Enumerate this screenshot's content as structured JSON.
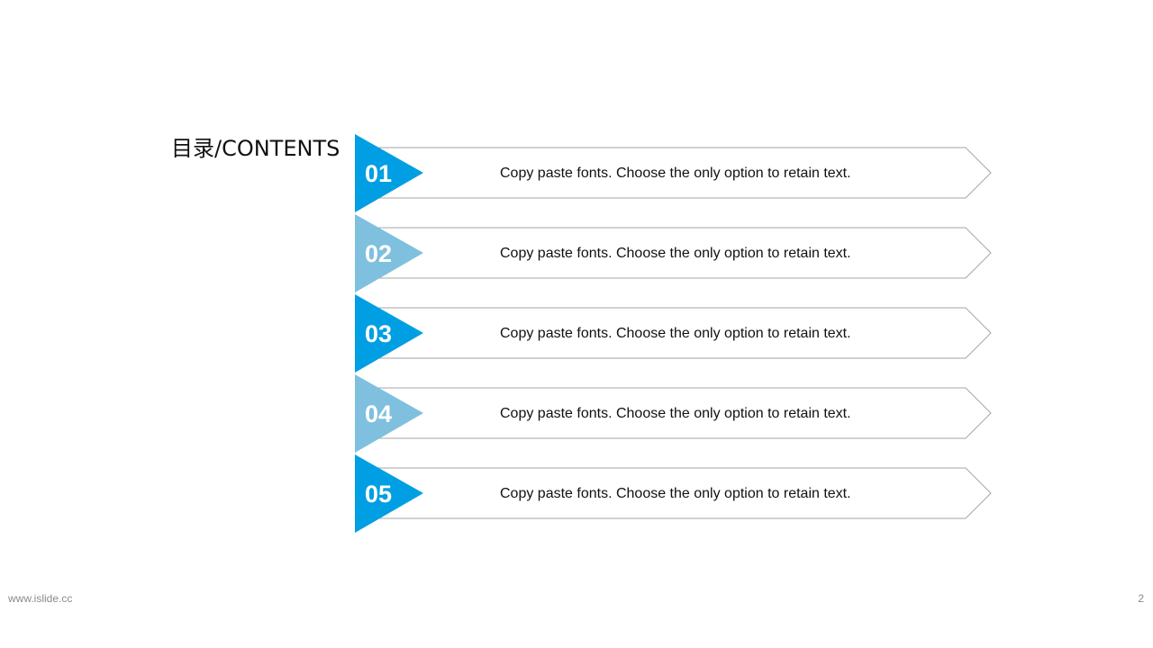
{
  "title": "目录/CONTENTS",
  "items": [
    {
      "number": "01",
      "text": "Copy paste fonts. Choose the only option to retain text.",
      "color": "#009fe3"
    },
    {
      "number": "02",
      "text": "Copy paste fonts. Choose the only option to retain text.",
      "color": "#7fc0de"
    },
    {
      "number": "03",
      "text": "Copy paste fonts. Choose the only option to retain text.",
      "color": "#009fe3"
    },
    {
      "number": "04",
      "text": "Copy paste fonts. Choose the only option to retain text.",
      "color": "#7fc0de"
    },
    {
      "number": "05",
      "text": "Copy paste fonts. Choose the only option to retain text.",
      "color": "#009fe3"
    }
  ],
  "footer": {
    "url": "www.islide.cc",
    "page_number": "2"
  },
  "colors": {
    "outline": "#a6a6a6",
    "primary_blue": "#009fe3",
    "light_blue": "#7fc0de"
  }
}
